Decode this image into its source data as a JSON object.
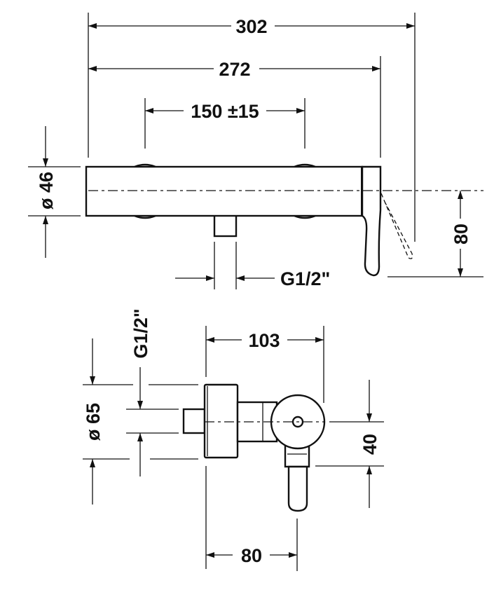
{
  "top_view": {
    "overall_width": "302",
    "body_width": "272",
    "connection_spacing": "150 ±15",
    "body_diameter": "ø 46",
    "outlet_thread": "G1/2\"",
    "handle_height": "80"
  },
  "side_view": {
    "depth": "103",
    "rosette_diameter": "ø 65",
    "inlet_thread": "G1/2\"",
    "handle_offset": "40",
    "lever_depth": "80"
  }
}
